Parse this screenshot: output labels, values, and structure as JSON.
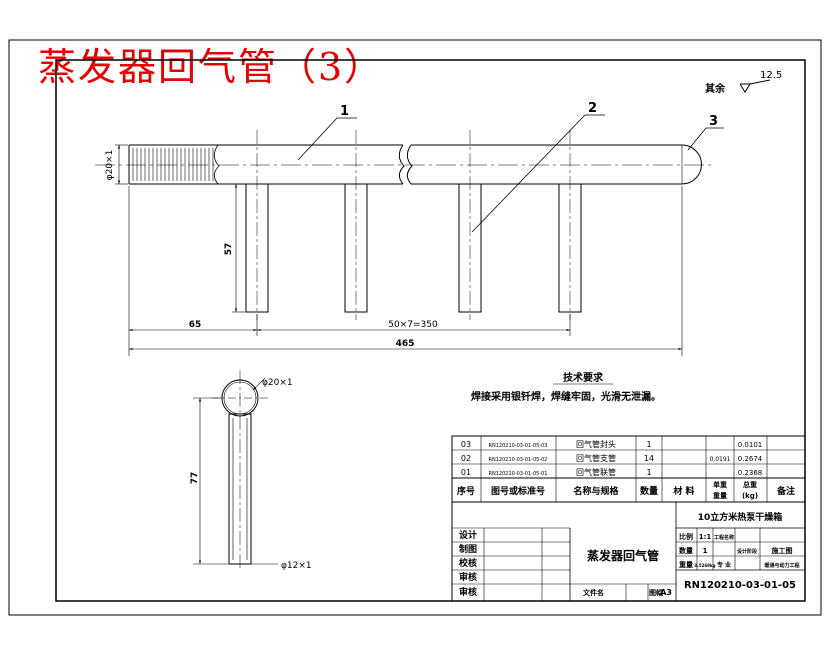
{
  "page_title": "蒸发器回气管（3）",
  "roughness": {
    "prefix": "其余",
    "value": "12.5"
  },
  "callouts": [
    "1",
    "2",
    "3"
  ],
  "dimensions": {
    "pipe_dia": "φ20×1",
    "branch_height": "57",
    "offset": "65",
    "spacing": "50×7=350",
    "total_length": "465",
    "section_height": "77",
    "section_dia": "φ20×1",
    "branch_dia": "φ12×1"
  },
  "tech": {
    "title": "技术要求",
    "text": "焊接采用银钎焊，焊缝牢固，光滑无泄漏。"
  },
  "bom": {
    "rows": [
      {
        "no": "03",
        "code": "RN120210-03-01-05-03",
        "name": "回气管封头",
        "qty": "1",
        "material": "",
        "unit": "",
        "total": "0.0101"
      },
      {
        "no": "02",
        "code": "RN120210-03-01-05-02",
        "name": "回气管支管",
        "qty": "14",
        "material": "",
        "unit": "0.0191",
        "total": "0.2674"
      },
      {
        "no": "01",
        "code": "RN120210-03-01-05-01",
        "name": "回气管联管",
        "qty": "1",
        "material": "",
        "unit": "",
        "total": "0.2368"
      }
    ],
    "header": {
      "no": "序号",
      "code": "图号或标准号",
      "name": "名称与规格",
      "qty": "数量",
      "material": "材 料",
      "unit_top": "单重",
      "unit_bottom": "重量",
      "total_top": "总重",
      "total_bottom": "(kg)",
      "remark": "备注"
    }
  },
  "title_block": {
    "project": "10立方米热泵干燥箱",
    "drawing_name": "蒸发器回气管",
    "drawing_no": "RN120210-03-01-05",
    "roles": [
      "设计",
      "制图",
      "校核",
      "审核",
      "审核"
    ],
    "scale_label": "比例",
    "scale": "1:1",
    "stage_label": "工程名称",
    "qty_label": "数量",
    "qty": "1",
    "design_stage_label": "设计阶段",
    "design_stage": "施工图",
    "weight_label": "重量",
    "weight": "0.5269kg",
    "spec_label": "专 业",
    "spec": "暖通与动力工程",
    "file_label": "文件名",
    "sheet_label": "图幅",
    "sheet": "A3"
  }
}
